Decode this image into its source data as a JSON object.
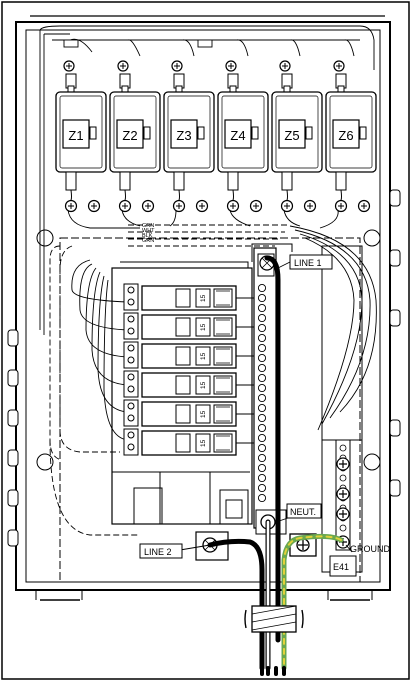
{
  "zones": [
    "Z1",
    "Z2",
    "Z3",
    "Z4",
    "Z5",
    "Z6"
  ],
  "wire_colors": [
    "GRN",
    "WHT",
    "BLK",
    "GRN"
  ],
  "breaker_rating": "15",
  "labels": {
    "line1": "LINE 1",
    "line2": "LINE 2",
    "neutral": "NEUT.",
    "ground": "GROUND",
    "model": "E41"
  },
  "colors": {
    "ground_wire": "#6aa84f",
    "ground_stripe": "#e2d23a",
    "line": "#000000"
  }
}
